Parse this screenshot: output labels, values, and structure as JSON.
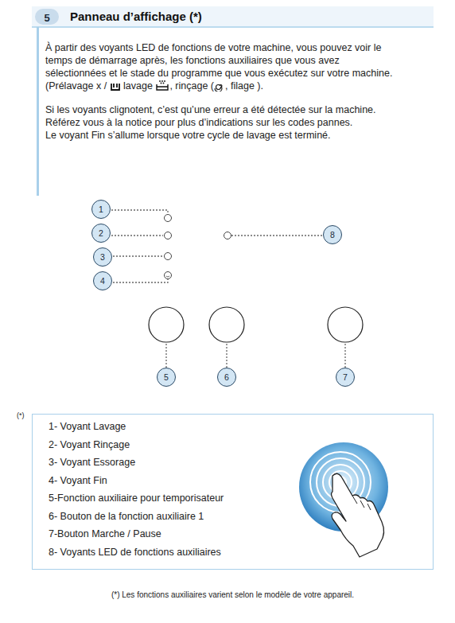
{
  "diagram": {
    "title": "Panneau d’affichage (*)",
    "caption": "(*) Les fonctions auxiliaires varient selon le modèle de votre appareil.",
    "nodes": [
      {
        "text": [
          "1"
        ]
      },
      {
        "text": [
          "2"
        ]
      },
      {
        "text": [
          "8"
        ]
      },
      {
        "text": [
          "3"
        ]
      },
      {
        "text": [
          "4"
        ]
      },
      {
        "text": [
          "5"
        ]
      },
      {
        "text": [
          "6"
        ]
      },
      {
        "text": [
          "7"
        ]
      },
      {
        "text": [
          "1- Voyant Lavage",
          "2- Voyant Rinçage",
          "3- Voyant Essorage",
          "4- Voyant Fin",
          "5-Fonction auxiliaire pour temporisateur",
          "6- Bouton de la fonction auxiliaire 1",
          "7-Bouton Marche / Pause",
          "8- Voyants LED de fonctions auxiliaires"
        ]
      }
    ],
    "labels": [
      "5",
      "À partir des voyants LED de fonctions de votre machine, vous pouvez voir le temps de démarrage après, les fonctions auxiliaires que vous avez sélectionnées et le stade du programme que vous exécutez sur votre machine. (Prélavage x /",
      "lavage",
      ", rinçage (",
      ", filage ).",
      "Si les voyants clignotent, c’est qu’une erreur a été détectée sur la machine. Référez vous à la notice pour plus d’indications sur les codes pannes.",
      "Le voyant Fin s’allume lorsque votre cycle de lavage est terminé.",
      "(*)"
    ]
  }
}
